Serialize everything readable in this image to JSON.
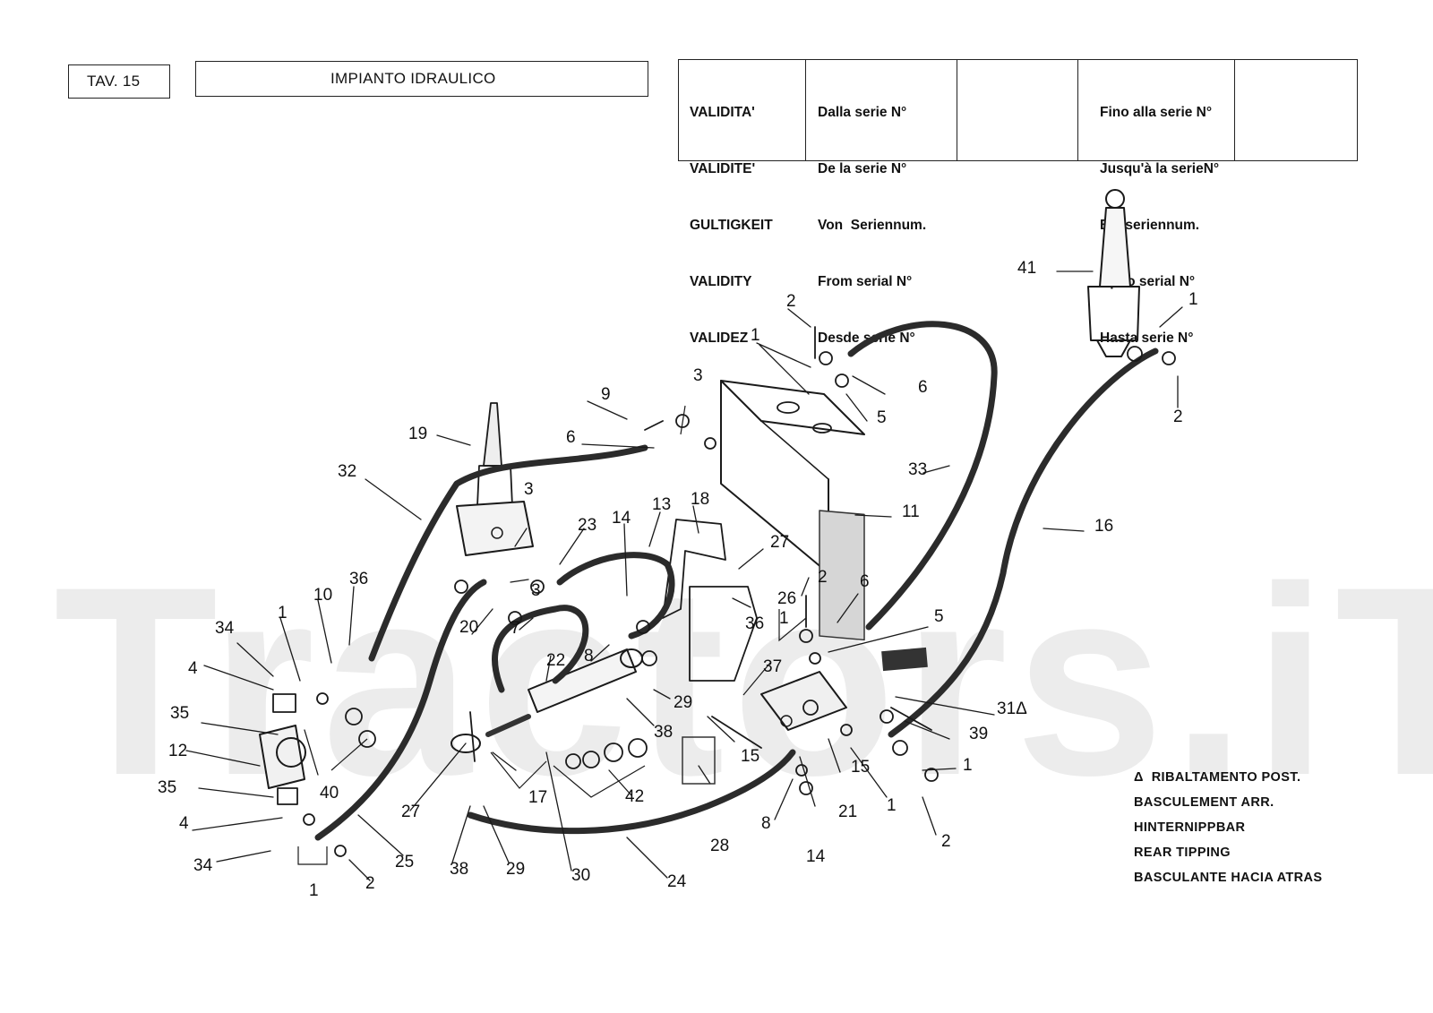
{
  "header": {
    "table_label": "TAV. 15",
    "title": "IMPIANTO IDRAULICO"
  },
  "validity": {
    "labels": [
      "VALIDITA'",
      "VALIDITE'",
      "GULTIGKEIT",
      "VALIDITY",
      "VALIDEZ"
    ],
    "from_labels": [
      "Dalla serie N°",
      "De la serie N°",
      "Von  Seriennum.",
      "From serial N°",
      "Desde serie N°"
    ],
    "to_labels": [
      "Fino alla serie N°",
      "Jusqu'à la serieN°",
      "Bis seriennum.",
      "Up to serial N°",
      "Hasta serie N°"
    ]
  },
  "legend": {
    "symbol": "Δ",
    "lines": [
      "RIBALTAMENTO POST.",
      "BASCULEMENT ARR.",
      "HINTERNIPPBAR",
      "REAR TIPPING",
      "BASCULANTE HACIA ATRAS"
    ]
  },
  "watermark": "Tractors.iT",
  "callouts": [
    {
      "label": "19"
    },
    {
      "label": "32"
    },
    {
      "label": "3"
    },
    {
      "label": "23"
    },
    {
      "label": "14"
    },
    {
      "label": "13"
    },
    {
      "label": "18"
    },
    {
      "label": "27"
    },
    {
      "label": "26"
    },
    {
      "label": "9"
    },
    {
      "label": "6"
    },
    {
      "label": "3"
    },
    {
      "label": "2"
    },
    {
      "label": "1"
    },
    {
      "label": "6"
    },
    {
      "label": "5"
    },
    {
      "label": "11"
    },
    {
      "label": "33"
    },
    {
      "label": "41"
    },
    {
      "label": "1"
    },
    {
      "label": "2"
    },
    {
      "label": "16"
    },
    {
      "label": "36"
    },
    {
      "label": "10"
    },
    {
      "label": "1"
    },
    {
      "label": "34"
    },
    {
      "label": "4"
    },
    {
      "label": "35"
    },
    {
      "label": "12"
    },
    {
      "label": "35"
    },
    {
      "label": "4"
    },
    {
      "label": "34"
    },
    {
      "label": "1"
    },
    {
      "label": "2"
    },
    {
      "label": "25"
    },
    {
      "label": "40"
    },
    {
      "label": "20"
    },
    {
      "label": "7"
    },
    {
      "label": "3"
    },
    {
      "label": "22"
    },
    {
      "label": "8"
    },
    {
      "label": "29"
    },
    {
      "label": "38"
    },
    {
      "label": "36"
    },
    {
      "label": "37"
    },
    {
      "label": "2"
    },
    {
      "label": "6"
    },
    {
      "label": "1"
    },
    {
      "label": "5"
    },
    {
      "label": "31Δ"
    },
    {
      "label": "39"
    },
    {
      "label": "15"
    },
    {
      "label": "15"
    },
    {
      "label": "1"
    },
    {
      "label": "1"
    },
    {
      "label": "2"
    },
    {
      "label": "27"
    },
    {
      "label": "17"
    },
    {
      "label": "38"
    },
    {
      "label": "29"
    },
    {
      "label": "30"
    },
    {
      "label": "42"
    },
    {
      "label": "24"
    },
    {
      "label": "28"
    },
    {
      "label": "8"
    },
    {
      "label": "14"
    },
    {
      "label": "21"
    }
  ]
}
